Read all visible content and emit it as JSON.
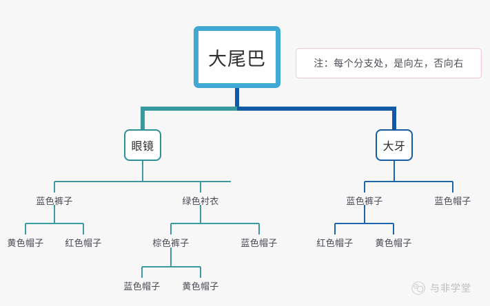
{
  "diagram": {
    "type": "decision-tree",
    "note": {
      "text": "注：每个分支处，是向左，否向右",
      "border_color": "#f3c9cd"
    },
    "colors": {
      "root_border": "#41a8d4",
      "left_branch": "#38999e",
      "right_branch": "#105ba4",
      "background": "#f7f7f7",
      "label_text": "#4a4a55"
    },
    "root": {
      "label": "大尾巴"
    },
    "level2": {
      "left": {
        "label": "眼镜"
      },
      "right": {
        "label": "大牙"
      }
    },
    "level3": {
      "left": [
        {
          "label": "蓝色裤子"
        },
        {
          "label": "绿色衬衣"
        }
      ],
      "right": [
        {
          "label": "蓝色裤子"
        },
        {
          "label": "蓝色帽子"
        }
      ]
    },
    "level4": {
      "left_blue_pants": [
        {
          "label": "黄色帽子"
        },
        {
          "label": "红色帽子"
        }
      ],
      "left_green_shirt": [
        {
          "label": "棕色裤子"
        },
        {
          "label": "蓝色帽子"
        }
      ],
      "right_blue_pants": [
        {
          "label": "红色帽子"
        },
        {
          "label": "黄色帽子"
        }
      ]
    },
    "level5": {
      "brown_pants": [
        {
          "label": "蓝色帽子"
        },
        {
          "label": "黄色帽子"
        }
      ]
    }
  },
  "watermark": {
    "text": "与非学堂",
    "logo": "camera-logo-icon"
  }
}
